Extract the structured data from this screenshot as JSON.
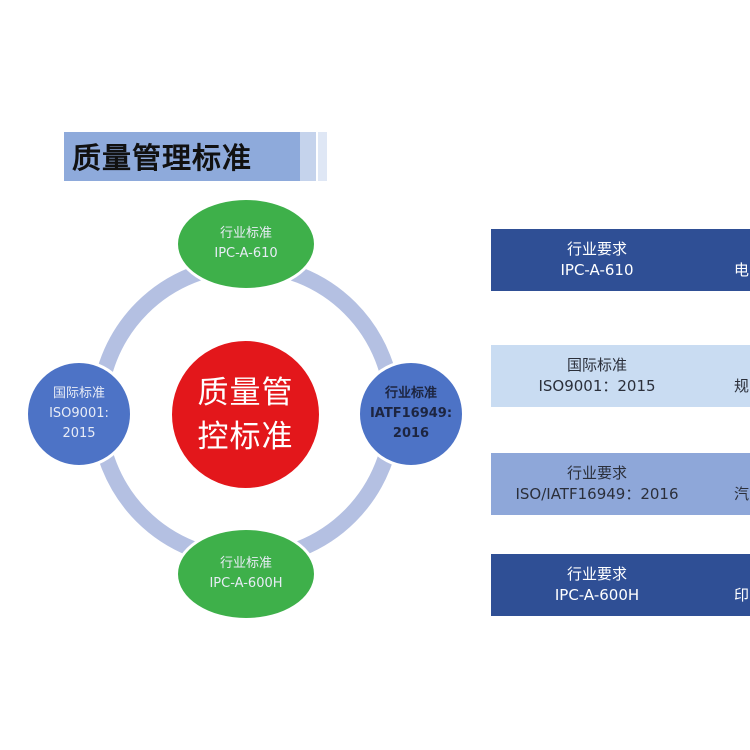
{
  "title": "质量管理标准",
  "diagram": {
    "center": {
      "line1": "质量管",
      "line2": "控标准"
    },
    "top": {
      "label": "行业标准",
      "value": "IPC-A-610"
    },
    "left": {
      "label": "国际标准",
      "value_line1": "ISO9001:",
      "value_line2": "2015"
    },
    "right": {
      "label": "行业标准",
      "value_line1": "IATF16949:",
      "value_line2": "2016"
    },
    "bottom": {
      "label": "行业标准",
      "value": "IPC-A-600H"
    }
  },
  "cards": [
    {
      "label": "行业要求",
      "value": "IPC-A-610",
      "side": "电"
    },
    {
      "label": "国际标准",
      "value": "ISO9001：2015",
      "side": "规"
    },
    {
      "label": "行业要求",
      "value": "ISO/IATF16949：2016",
      "side": "汽"
    },
    {
      "label": "行业要求",
      "value": "IPC-A-600H",
      "side": "印"
    }
  ],
  "colors": {
    "title_bar": "#8eaadb",
    "ring": "#b4c0e2",
    "green_node": "#3eb04a",
    "blue_node": "#4d73c6",
    "center": "#e3171b",
    "card_dark": "#2f4f95",
    "card_light": "#c9dcf2",
    "card_mid": "#8ea7d9"
  }
}
